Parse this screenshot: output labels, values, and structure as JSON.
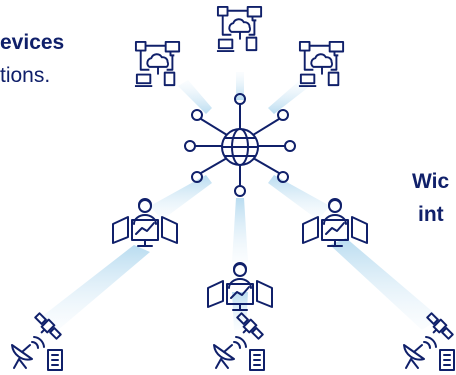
{
  "left_text": {
    "line1": "evices",
    "line2": "tions."
  },
  "right_text": {
    "line1": "Wic",
    "line2": "int"
  },
  "colors": {
    "navy": "#10206a",
    "beam": "#cfe6f4"
  },
  "icons": [
    "computer-network-icon",
    "globe-network-hub-icon",
    "analyst-workstation-icon",
    "satellite-ground-station-icon"
  ]
}
